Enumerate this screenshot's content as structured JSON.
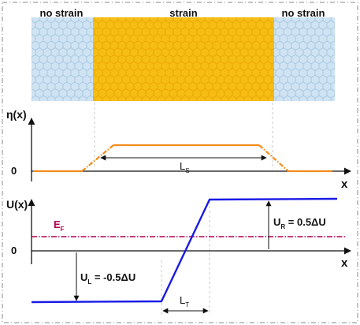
{
  "lattice": {
    "left_label": "no strain",
    "middle_label": "strain",
    "right_label": "no strain",
    "colors": {
      "unstrained": "#cfe3f3",
      "unstrained_edge": "#9fc3de",
      "strained": "#f6bd14",
      "strained_edge": "#e9a400"
    }
  },
  "eta_plot": {
    "y_label": "η(x)",
    "zero_label": "0",
    "x_label": "x",
    "length_label": "L",
    "length_sub": "S",
    "color": "#f28c1a"
  },
  "u_plot": {
    "y_label": "U(x)",
    "zero_label": "0",
    "x_label": "x",
    "fermi_label": "E",
    "fermi_sub": "F",
    "fermi_color": "#b0004f",
    "left_label": "U",
    "left_sub": "L",
    "left_value": " = -0.5ΔU",
    "right_label": "U",
    "right_sub": "R",
    "right_value": " = 0.5ΔU",
    "transition_label": "L",
    "transition_sub": "T",
    "color": "#1a1ae6"
  }
}
